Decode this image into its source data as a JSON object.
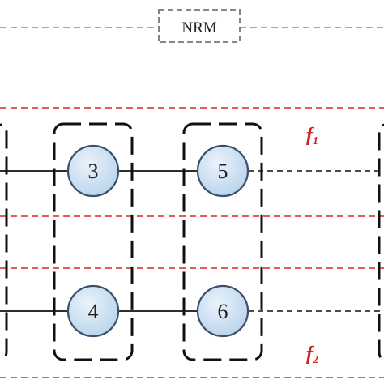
{
  "nrm": {
    "label": "NRM"
  },
  "nodes": [
    {
      "id": "3",
      "label": "3"
    },
    {
      "id": "4",
      "label": "4"
    },
    {
      "id": "5",
      "label": "5"
    },
    {
      "id": "6",
      "label": "6"
    }
  ],
  "flows": [
    {
      "id": "f1",
      "label": "f",
      "sub": "1"
    },
    {
      "id": "f2",
      "label": "f",
      "sub": "2"
    }
  ],
  "colors": {
    "flow_lines": "#e02020",
    "node_fill": "#c9dff2",
    "node_stroke": "#3a4f6a",
    "dashed_boxes": "#111111",
    "nrm_line": "#888888"
  }
}
